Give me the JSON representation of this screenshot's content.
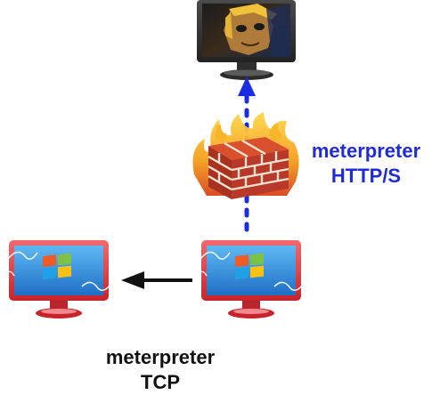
{
  "labels": {
    "http": [
      "meterpreter",
      "HTTP/S"
    ],
    "tcp": [
      "meterpreter",
      "TCP"
    ]
  },
  "colors": {
    "blue_label": "#1f2bd6",
    "arrow_blue": "#1a2be0",
    "arrow_black": "#111111",
    "monitor_red": "#e0393f",
    "monitor_dark": "#333333",
    "firewall_brick": "#b8382a",
    "firewall_mortar": "#efe2d0",
    "flame_orange": "#f39b1b"
  },
  "icons": {
    "attacker": "attacker-monitor-icon",
    "firewall": "firewall-icon",
    "pivot": "windows-monitor-icon",
    "target": "windows-monitor-icon"
  }
}
